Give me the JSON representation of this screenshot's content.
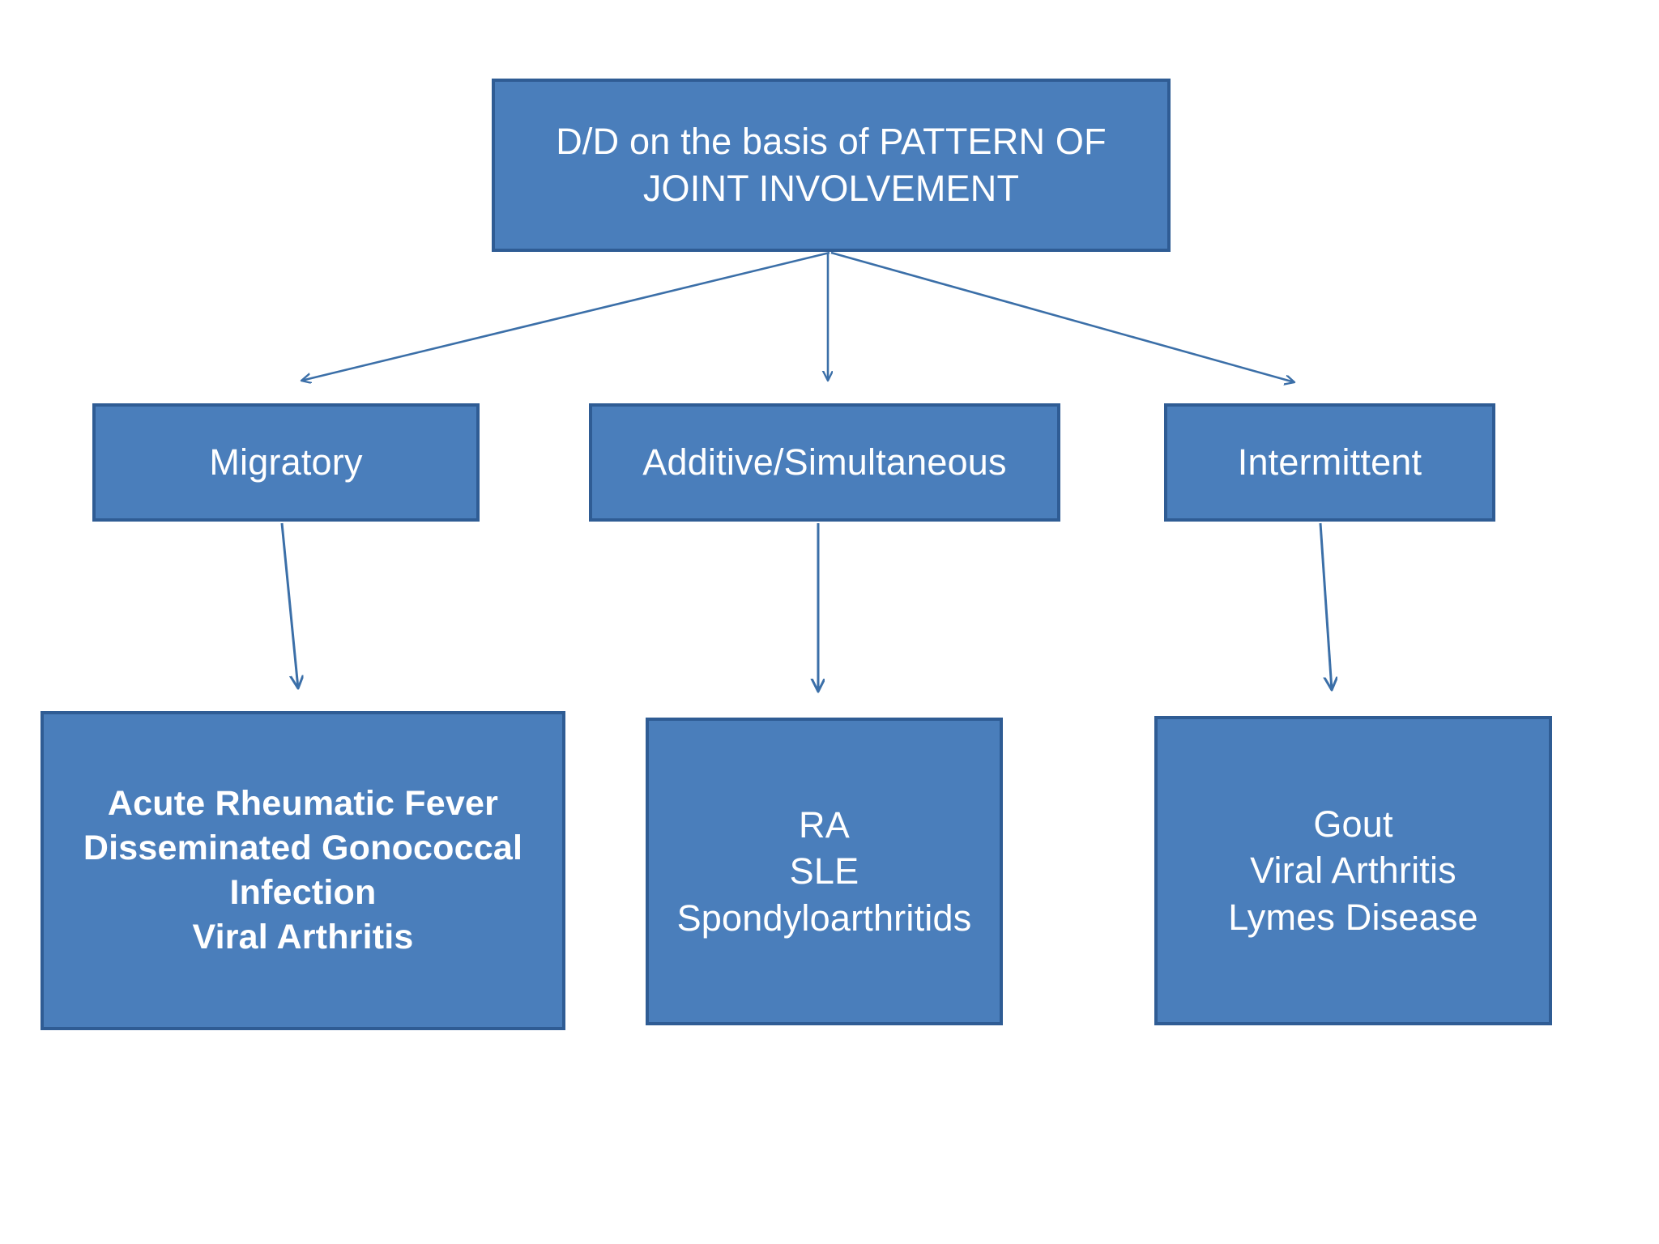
{
  "page": {
    "background_color": "#ffffff",
    "node_fill_color": "#4a7ebb",
    "node_border_color": "#2f5c94",
    "node_text_color": "#ffffff",
    "connector_color": "#3b6fa8"
  },
  "diagram": {
    "type": "flowchart",
    "title": "D/D on the basis of PATTERN OF JOINT INVOLVEMENT",
    "root": {
      "id": "root",
      "label": "D/D on the basis of PATTERN OF\nJOINT INVOLVEMENT"
    },
    "branches": [
      {
        "id": "migratory",
        "label": "Migratory",
        "diagnoses_label": "Acute Rheumatic Fever\nDisseminated Gonococcal\nInfection\nViral Arthritis",
        "diagnoses": [
          "Acute Rheumatic Fever",
          "Disseminated Gonococcal Infection",
          "Viral Arthritis"
        ]
      },
      {
        "id": "additive",
        "label": "Additive/Simultaneous",
        "diagnoses_label": "RA\nSLE\nSpondyloarthritids",
        "diagnoses": [
          "RA",
          "SLE",
          "Spondyloarthritids"
        ]
      },
      {
        "id": "intermittent",
        "label": "Intermittent",
        "diagnoses_label": "Gout\nViral Arthritis\nLymes Disease",
        "diagnoses": [
          "Gout",
          "Viral Arthritis",
          "Lymes Disease"
        ]
      }
    ],
    "connectors": [
      {
        "id": "root-to-migratory",
        "from": "root",
        "to": "migratory",
        "style": "arrow"
      },
      {
        "id": "root-to-additive",
        "from": "root",
        "to": "additive",
        "style": "arrow"
      },
      {
        "id": "root-to-intermittent",
        "from": "root",
        "to": "intermittent",
        "style": "arrow"
      },
      {
        "id": "migratory-to-dx",
        "from": "migratory",
        "to": "migratory-dx",
        "style": "arrow"
      },
      {
        "id": "additive-to-dx",
        "from": "additive",
        "to": "additive-dx",
        "style": "arrow"
      },
      {
        "id": "intermittent-to-dx",
        "from": "intermittent",
        "to": "intermittent-dx",
        "style": "arrow"
      }
    ]
  }
}
